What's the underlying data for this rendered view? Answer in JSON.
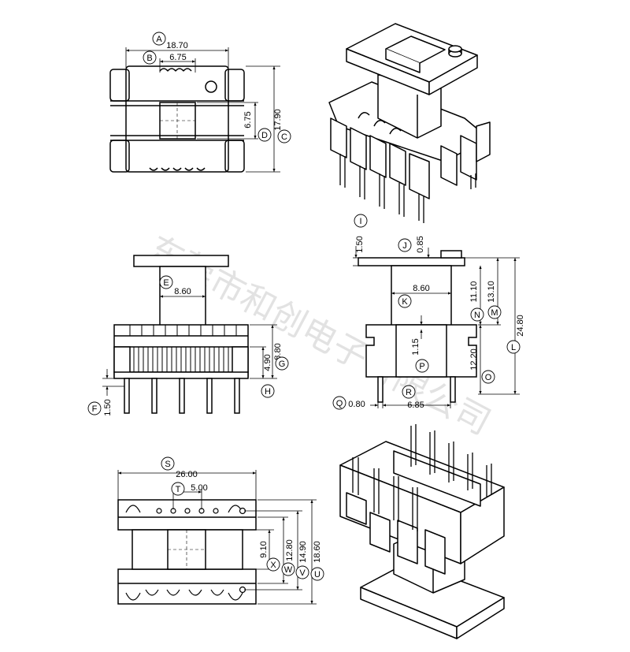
{
  "watermark": "东莞市和创电子有限公司",
  "colors": {
    "line": "#000000",
    "watermark": "#c8c8c8",
    "background": "#ffffff"
  },
  "top_view": {
    "A": {
      "label": "A",
      "value": "18.70"
    },
    "B": {
      "label": "B",
      "value": "6.75"
    },
    "C": {
      "label": "C",
      "value": "17.90"
    },
    "D": {
      "label": "D",
      "value": "6.75"
    }
  },
  "front_view": {
    "E": {
      "label": "E",
      "value": "8.60"
    },
    "F": {
      "label": "F",
      "value": "1.50"
    },
    "G": {
      "label": "G",
      "value": "8.80"
    },
    "H": {
      "label": "H",
      "value": "4.90"
    }
  },
  "side_view": {
    "I": {
      "label": "I",
      "value": "1.50"
    },
    "J": {
      "label": "J",
      "value": "0.85"
    },
    "K": {
      "label": "K",
      "value": "8.60"
    },
    "L": {
      "label": "L",
      "value": "24.80"
    },
    "M": {
      "label": "M",
      "value": "13.10"
    },
    "N": {
      "label": "N",
      "value": "11.10"
    },
    "O": {
      "label": "O",
      "value": "12.20"
    },
    "P": {
      "label": "P",
      "value": "1.15"
    },
    "Q": {
      "label": "Q",
      "value": "0.80"
    },
    "R": {
      "label": "R",
      "value": "6.85"
    }
  },
  "bottom_view": {
    "S": {
      "label": "S",
      "value": "26.00"
    },
    "T": {
      "label": "T",
      "value": "5.00"
    },
    "U": {
      "label": "U",
      "value": "18.60"
    },
    "V": {
      "label": "V",
      "value": "14.90"
    },
    "W": {
      "label": "W",
      "value": "12.80"
    },
    "X": {
      "label": "X",
      "value": "9.10"
    }
  }
}
